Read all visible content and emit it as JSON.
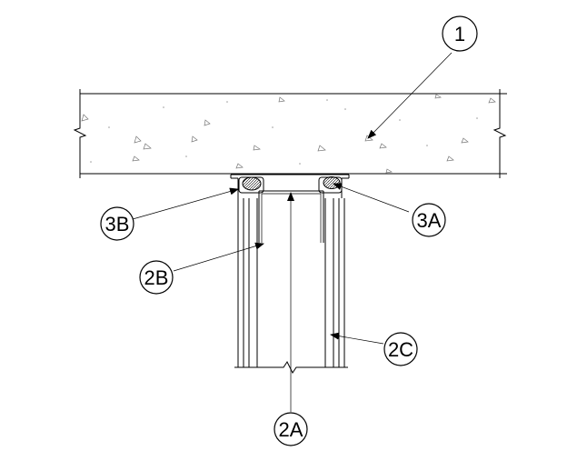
{
  "callouts": {
    "c1": "1",
    "c2a": "2A",
    "c2b": "2B",
    "c2c": "2C",
    "c3a": "3A",
    "c3b": "3B"
  },
  "colors": {
    "line": "#000000",
    "background": "#ffffff",
    "aggregate": "#777777"
  }
}
